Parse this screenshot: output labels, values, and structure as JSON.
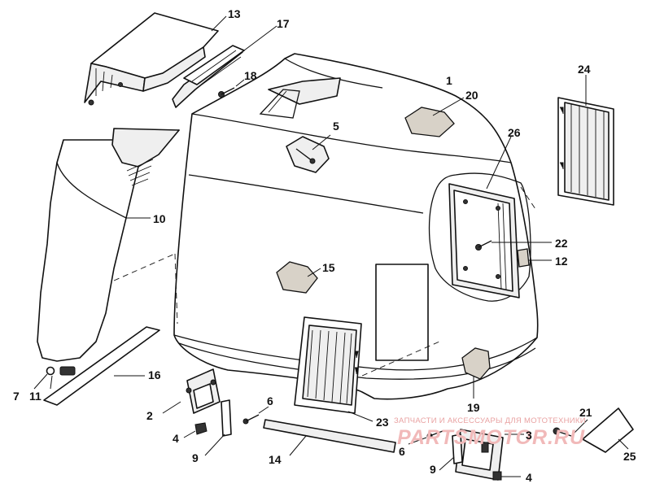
{
  "callouts": {
    "c1": "1",
    "c2": "2",
    "c3": "3",
    "c4a": "4",
    "c4b": "4",
    "c5": "5",
    "c6a": "6",
    "c6b": "6",
    "c7": "7",
    "c9a": "9",
    "c9b": "9",
    "c10": "10",
    "c11": "11",
    "c12": "12",
    "c13": "13",
    "c14": "14",
    "c15": "15",
    "c16": "16",
    "c17": "17",
    "c18": "18",
    "c19": "19",
    "c20": "20",
    "c21": "21",
    "c22": "22",
    "c23": "23",
    "c24": "24",
    "c25": "25",
    "c26": "26"
  },
  "watermark": {
    "line1": "ЗАПЧАСТИ И АКСЕССУАРЫ ДЛЯ МОТОТЕХНИКИ",
    "line2": "PARTSMOTOR.RU"
  },
  "colors": {
    "ink": "#111111",
    "watermark": "#f1b9b9",
    "background": "#ffffff"
  }
}
